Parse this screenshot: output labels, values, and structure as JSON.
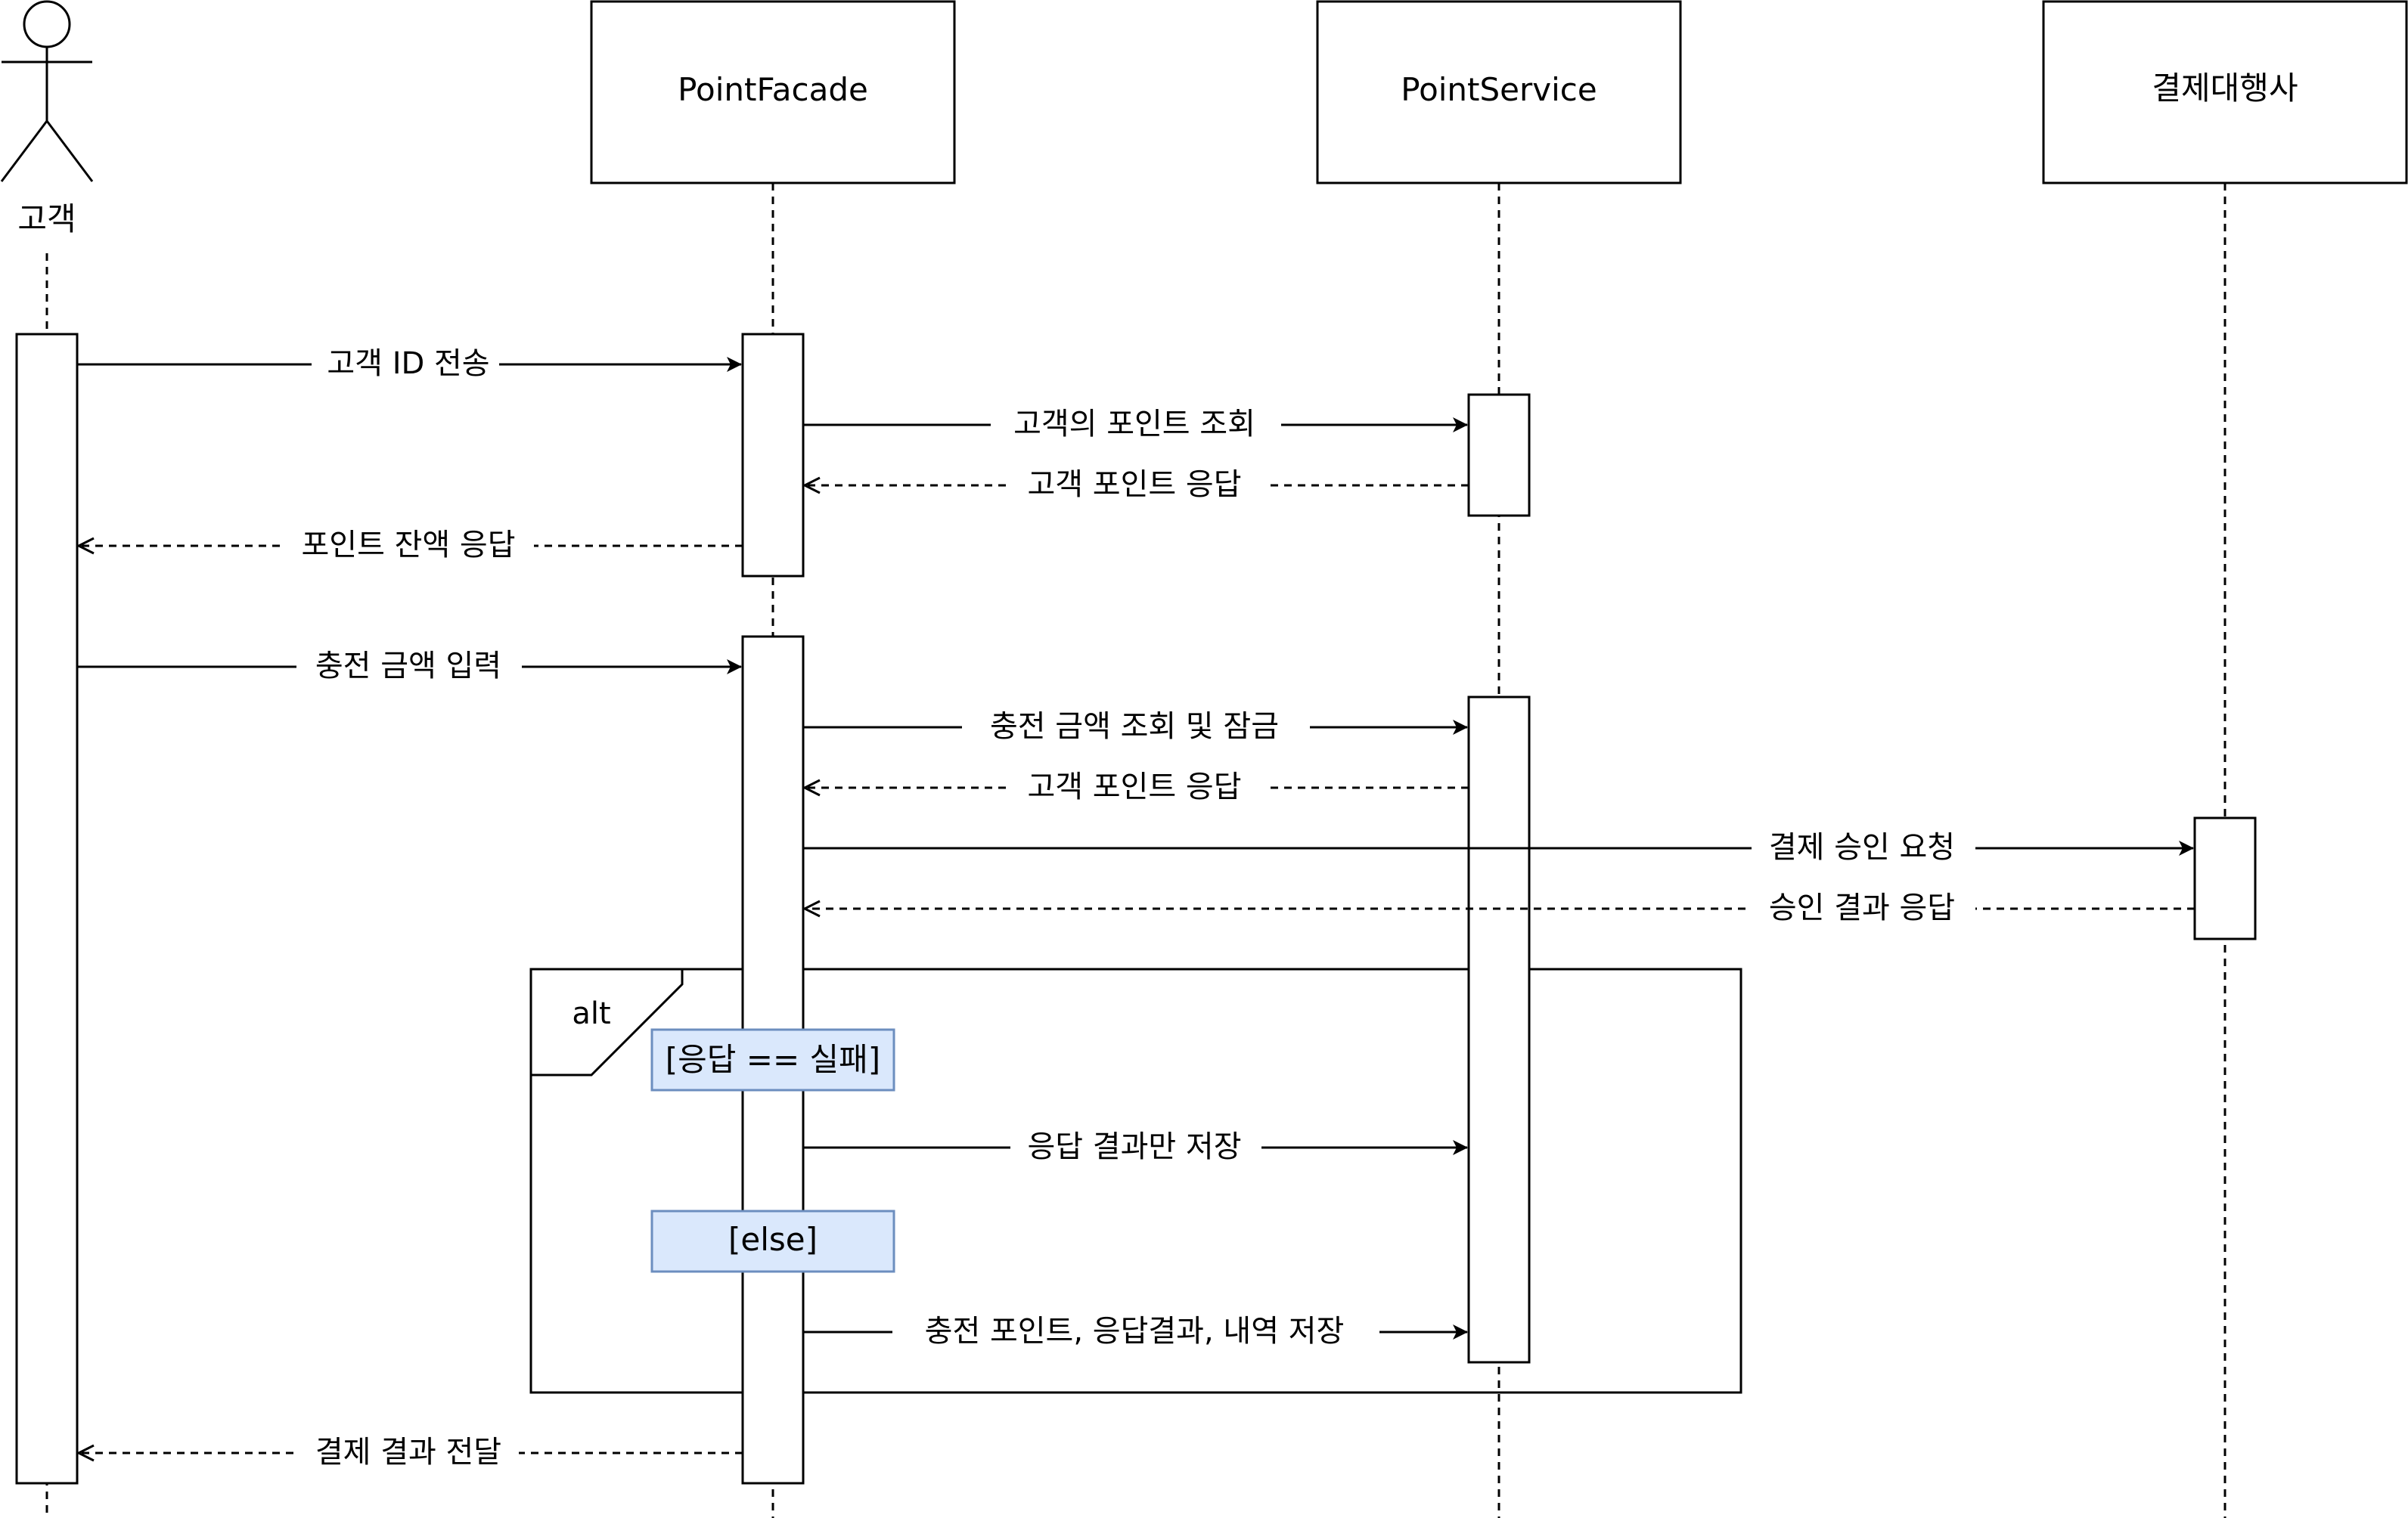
{
  "diagram": {
    "type": "sequence",
    "actor": {
      "label": "고객"
    },
    "participants": [
      {
        "id": "facade",
        "label": "PointFacade"
      },
      {
        "id": "service",
        "label": "PointService"
      },
      {
        "id": "pg",
        "label": "결제대행사"
      }
    ],
    "messages": [
      {
        "from": "actor",
        "to": "facade",
        "label": "고객 ID 전송",
        "style": "solid"
      },
      {
        "from": "facade",
        "to": "service",
        "label": "고객의 포인트 조회",
        "style": "solid"
      },
      {
        "from": "service",
        "to": "facade",
        "label": "고객 포인트 응답",
        "style": "dashed"
      },
      {
        "from": "facade",
        "to": "actor",
        "label": "포인트 잔액 응답",
        "style": "dashed"
      },
      {
        "from": "actor",
        "to": "facade",
        "label": "충전 금액 입력",
        "style": "solid"
      },
      {
        "from": "facade",
        "to": "service",
        "label": "충전 금액 조회 및 잠금",
        "style": "solid"
      },
      {
        "from": "service",
        "to": "facade",
        "label": "고객 포인트 응답",
        "style": "dashed"
      },
      {
        "from": "facade",
        "to": "pg",
        "label": "결제 승인 요청",
        "style": "solid"
      },
      {
        "from": "pg",
        "to": "facade",
        "label": "승인 결과 응답",
        "style": "dashed"
      },
      {
        "from": "facade",
        "to": "service",
        "label": "응답 결과만 저장",
        "style": "solid"
      },
      {
        "from": "facade",
        "to": "service",
        "label": "충전 포인트, 응답결과, 내역 저장",
        "style": "solid"
      },
      {
        "from": "facade",
        "to": "actor",
        "label": "결제 결과 전달",
        "style": "dashed"
      }
    ],
    "alt_frame": {
      "label": "alt",
      "guards": [
        "[응답 == 실패]",
        "[else]"
      ],
      "guard_fill": "#dae8fc",
      "guard_stroke": "#6c8ebf"
    }
  }
}
